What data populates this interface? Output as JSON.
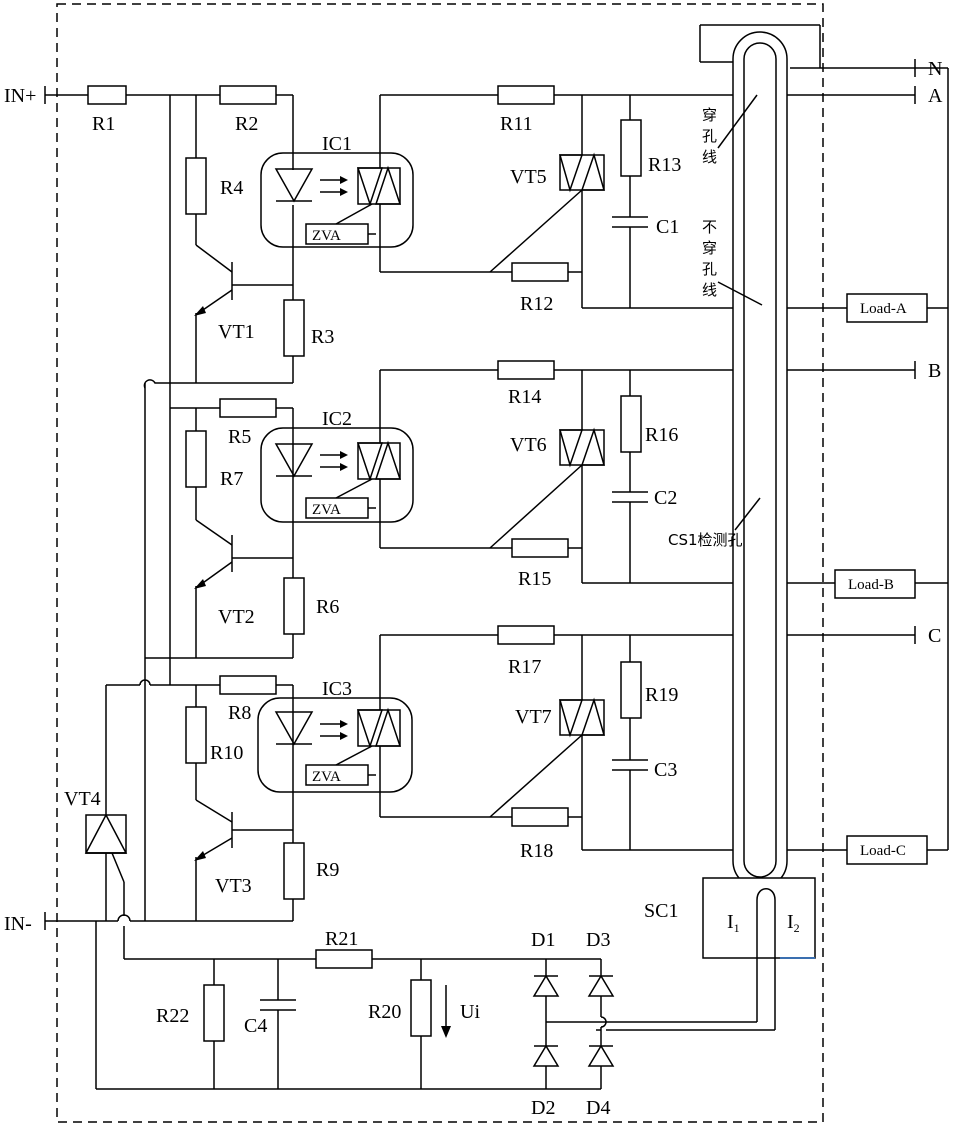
{
  "terminals": {
    "in_plus": "IN+",
    "in_minus": "IN-",
    "n": "N",
    "a": "A",
    "b": "B",
    "c": "C"
  },
  "resistors": {
    "r1": "R1",
    "r2": "R2",
    "r3": "R3",
    "r4": "R4",
    "r5": "R5",
    "r6": "R6",
    "r7": "R7",
    "r8": "R8",
    "r9": "R9",
    "r10": "R10",
    "r11": "R11",
    "r12": "R12",
    "r13": "R13",
    "r14": "R14",
    "r15": "R15",
    "r16": "R16",
    "r17": "R17",
    "r18": "R18",
    "r19": "R19",
    "r20": "R20",
    "r21": "R21",
    "r22": "R22"
  },
  "capacitors": {
    "c1": "C1",
    "c2": "C2",
    "c3": "C3",
    "c4": "C4"
  },
  "transistors": {
    "vt1": "VT1",
    "vt2": "VT2",
    "vt3": "VT3"
  },
  "thyristors": {
    "vt4": "VT4",
    "vt5": "VT5",
    "vt6": "VT6",
    "vt7": "VT7"
  },
  "optocouplers": {
    "ic1": "IC1",
    "ic2": "IC2",
    "ic3": "IC3",
    "zva": "ZVA"
  },
  "diodes": {
    "d1": "D1",
    "d2": "D2",
    "d3": "D3",
    "d4": "D4"
  },
  "loads": {
    "a": "Load-A",
    "b": "Load-B",
    "c": "Load-C"
  },
  "sensor": {
    "name": "SC1",
    "hole": "CS1检测孔",
    "i1": "I",
    "i1_sub": "1",
    "i2": "I",
    "i2_sub": "2",
    "ui": "Ui"
  },
  "annotations": {
    "through_line": [
      "穿",
      "孔",
      "线"
    ],
    "not_through_line": [
      "不",
      "穿",
      "孔",
      "线"
    ]
  }
}
